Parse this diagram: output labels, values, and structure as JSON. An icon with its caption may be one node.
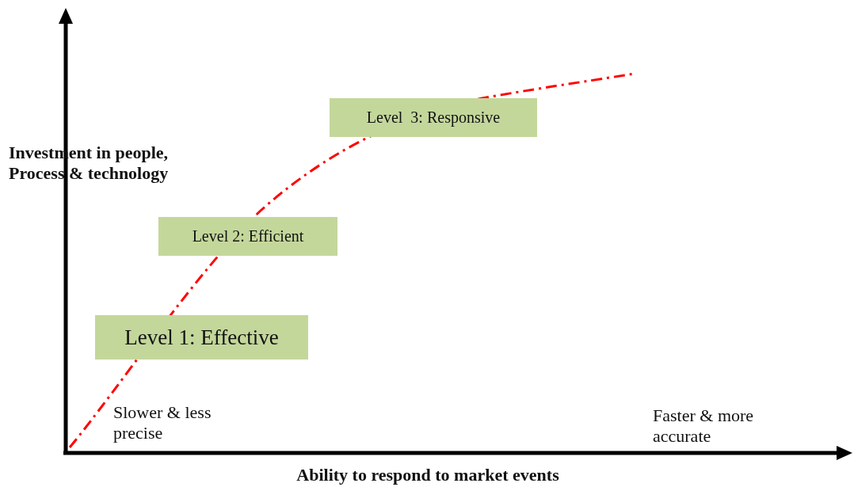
{
  "diagram": {
    "nodes": [
      {
        "text": [
          "Level  3: Responsive"
        ]
      },
      {
        "text": [
          "Level 2: Efficient"
        ]
      },
      {
        "text": [
          "Level 1: Effective"
        ]
      }
    ],
    "edges": [],
    "labels": [
      "Investment in people, Process & technology",
      "Slower & less precise",
      "Faster & more accurate",
      "Ability to respond to market events"
    ]
  }
}
